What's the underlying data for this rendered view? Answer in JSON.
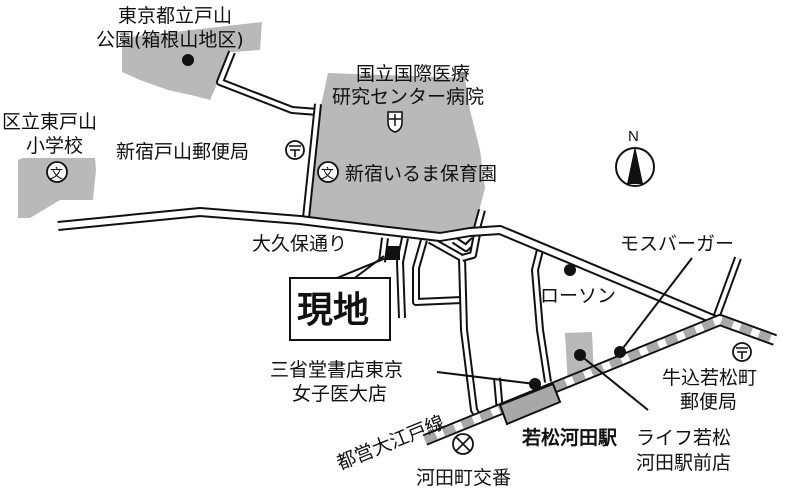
{
  "map": {
    "colors": {
      "area_gray": "#b9b9b9",
      "rail_gray": "#a8a8a8",
      "ink": "#111111",
      "background": "#ffffff"
    },
    "compass": {
      "label": "N",
      "icon": "north-arrow-icon"
    },
    "labels": {
      "toyama_park_line1": "東京都立戸山",
      "toyama_park_line2": "公園(箱根山地区)",
      "higashi_toyama_school_line1": "区立東戸山",
      "higashi_toyama_school_line2": "小学校",
      "shinjuku_toyama_post": "新宿戸山郵便局",
      "ncgm_line1": "国立国際医療",
      "ncgm_line2": "研究センター病院",
      "iruma_nursery": "新宿いるま保育園",
      "okubo_street": "大久保通り",
      "site": "現地",
      "mos_burger": "モスバーガー",
      "lawson": "ローソン",
      "sanseido_line1": "三省堂書店東京",
      "sanseido_line2": "女子医大店",
      "oedo_line": "都営大江戸線",
      "wakamatsu_kawada_station": "若松河田駅",
      "life_line1": "ライフ若松",
      "life_line2": "河田駅前店",
      "ushigome_post_line1": "牛込若松町",
      "ushigome_post_line2": "郵便局",
      "kawadacho_koban": "河田町交番"
    },
    "icons": {
      "post_office": "〒",
      "school": "文",
      "hospital": "+",
      "koban": "×"
    }
  }
}
